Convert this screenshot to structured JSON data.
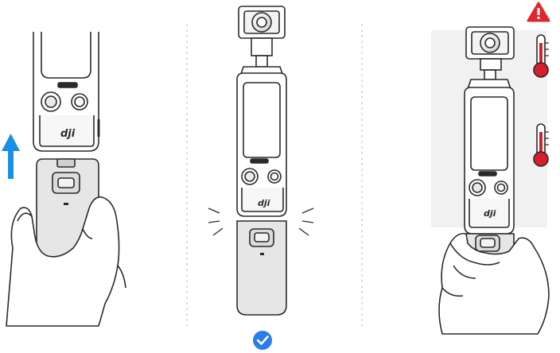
{
  "panels": [
    {
      "id": "attach-grip",
      "icon": "up-arrow-icon"
    },
    {
      "id": "attached-ok",
      "icon": "check-circle-icon"
    },
    {
      "id": "high-temp-warning",
      "icon": "warning-triangle-icon"
    }
  ],
  "brand_mark": "dji",
  "colors": {
    "arrow_blue": "#1a8fe3",
    "check_blue": "#2b7de9",
    "warning_red": "#e0262d",
    "thermo_red": "#d81e2a",
    "line_dark": "#2a2a2a",
    "body_gray": "#e6e6e6",
    "hot_bg": "#f1f1f1"
  }
}
